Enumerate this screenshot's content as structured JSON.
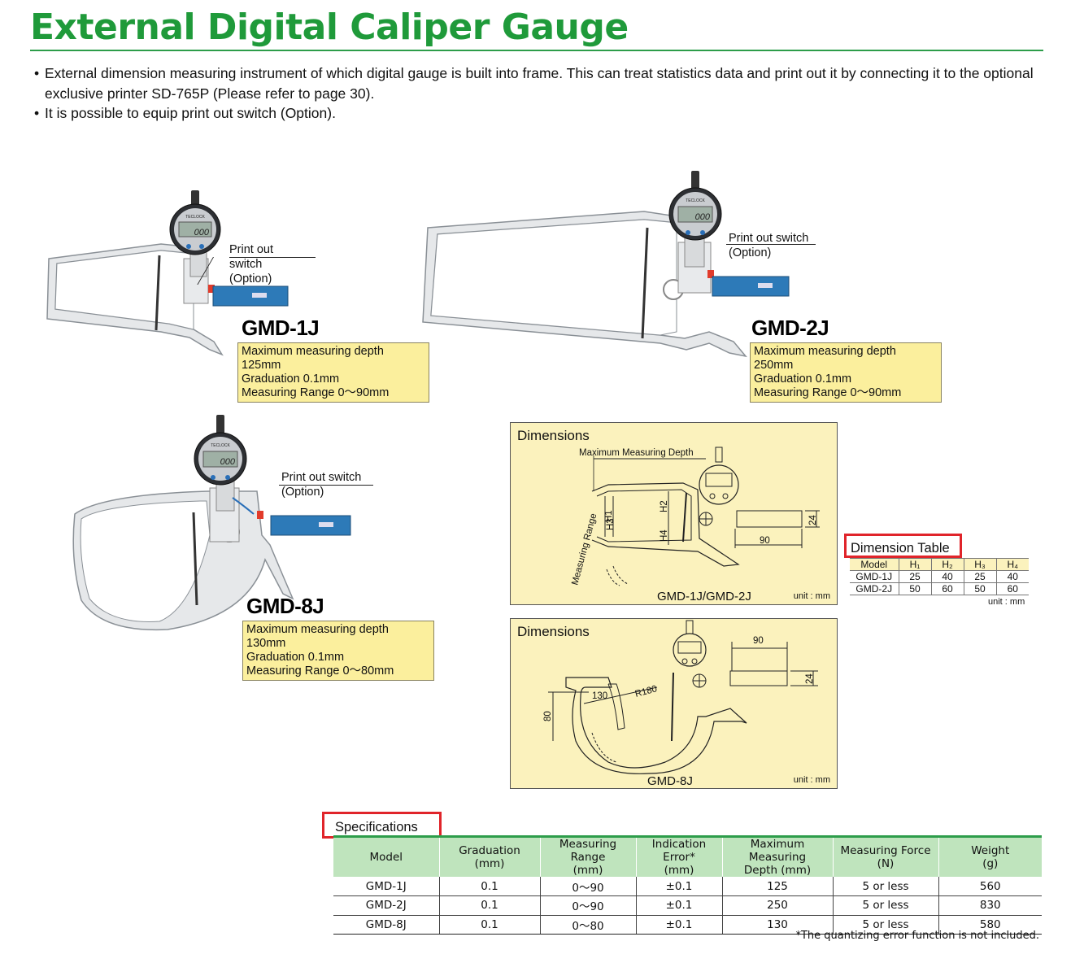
{
  "title": "External Digital Caliper Gauge",
  "intro": [
    "External dimension measuring instrument of which digital gauge is built into frame. This can treat statistics data and print out it by connecting it to the optional exclusive printer SD-765P (Please refer to page 30).",
    "It is possible to equip print out switch (Option)."
  ],
  "products": [
    {
      "model": "GMD-1J",
      "callout_line1": "Print out switch",
      "callout_line2": "(Option)",
      "specs": [
        "Maximum measuring depth 125mm",
        "Graduation 0.1mm",
        "Measuring Range 0〜90mm"
      ]
    },
    {
      "model": "GMD-2J",
      "callout_line1": "Print out switch",
      "callout_line2": "(Option)",
      "specs": [
        "Maximum measuring depth 250mm",
        "Graduation 0.1mm",
        "Measuring Range 0〜90mm"
      ]
    },
    {
      "model": "GMD-8J",
      "callout_line1": "Print out switch",
      "callout_line2": "(Option)",
      "specs": [
        "Maximum measuring depth 130mm",
        "Graduation 0.1mm",
        "Measuring Range 0〜80mm"
      ]
    }
  ],
  "gauge_brand": "TECLOCK",
  "gauge_display": "000",
  "dim_panel_1": {
    "title": "Dimensions",
    "max_depth_label": "Maximum Measuring Depth",
    "range_label": "Measuring Range",
    "h1": "H1",
    "h2": "H2",
    "h3": "H3",
    "h4": "H4",
    "dim_90": "90",
    "dim_24": "24",
    "caption": "GMD-1J/GMD-2J",
    "unit": "unit : mm"
  },
  "dim_panel_2": {
    "title": "Dimensions",
    "dim_90": "90",
    "dim_24": "24",
    "dim_130": "130",
    "dim_r180": "R180",
    "dim_80": "80",
    "caption": "GMD-8J",
    "unit": "unit : mm"
  },
  "dimension_table": {
    "heading": "Dimension Table",
    "headers": [
      "Model",
      "H₁",
      "H₂",
      "H₃",
      "H₄"
    ],
    "rows": [
      [
        "GMD-1J",
        "25",
        "40",
        "25",
        "40"
      ],
      [
        "GMD-2J",
        "50",
        "60",
        "50",
        "60"
      ]
    ],
    "unit": "unit : mm"
  },
  "specifications": {
    "heading": "Specifications",
    "headers": [
      [
        "Model",
        ""
      ],
      [
        "Graduation",
        "(mm)"
      ],
      [
        "Measuring Range",
        "(mm)"
      ],
      [
        "Indication Error*",
        "(mm)"
      ],
      [
        "Maximum Measuring",
        "Depth (mm)"
      ],
      [
        "Measuring Force",
        "(N)"
      ],
      [
        "Weight",
        "(g)"
      ]
    ],
    "rows": [
      [
        "GMD-1J",
        "0.1",
        "0〜90",
        "±0.1",
        "125",
        "5 or less",
        "560"
      ],
      [
        "GMD-2J",
        "0.1",
        "0〜90",
        "±0.1",
        "250",
        "5 or less",
        "830"
      ],
      [
        "GMD-8J",
        "0.1",
        "0〜80",
        "±0.1",
        "130",
        "5 or less",
        "580"
      ]
    ],
    "footnote": "*The quantizing error function is not included."
  },
  "colors": {
    "title_green": "#1f9a3a",
    "spec_yellow": "#fbef9d",
    "panel_yellow": "#fbf2bd",
    "table_header_green": "#bfe4bd",
    "highlight_red": "#e0242a"
  }
}
